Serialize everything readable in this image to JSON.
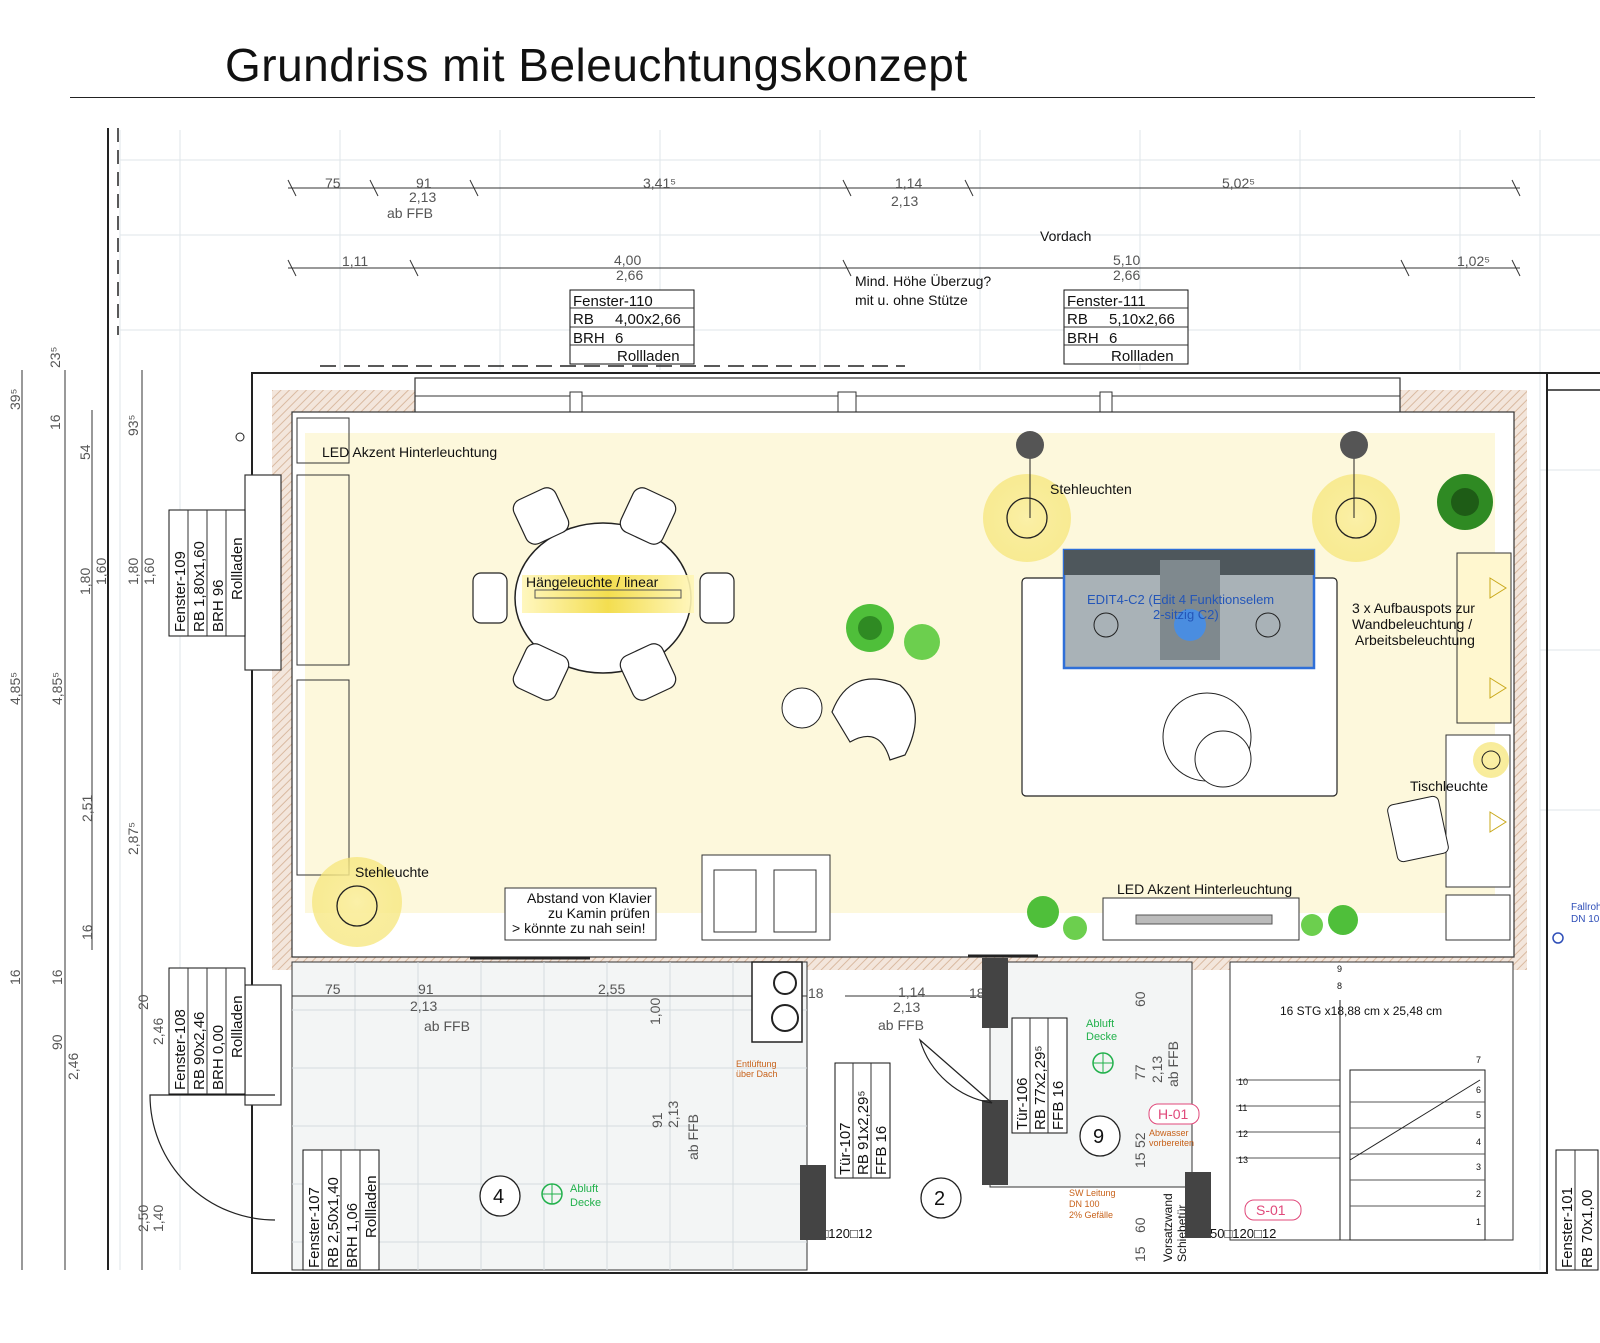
{
  "title": "Grundriss mit Beleuchtungskonzept",
  "top_dims_row1": [
    "75",
    "91",
    "2,13",
    "ab FFB",
    "3,41⁵",
    "1,14",
    "2,13",
    "5,02⁵"
  ],
  "top_dims_row2": [
    "1,11",
    "4,00",
    "2,66",
    "5,10",
    "2,66",
    "1,02⁵"
  ],
  "vordach": "Vordach",
  "ueberzug_note": [
    "Mind. Höhe Überzug?",
    "mit u. ohne Stütze"
  ],
  "window_110": [
    "Fenster-110",
    "RB",
    "4,00x2,66",
    "BRH",
    "6",
    "Rollladen"
  ],
  "window_111": [
    "Fenster-111",
    "RB",
    "5,10x2,66",
    "BRH",
    "6",
    "Rollladen"
  ],
  "window_109": [
    "Fenster-109",
    "RB  1,80x1,60",
    "BRH  96",
    "Rollladen"
  ],
  "window_108": [
    "Fenster-108",
    "RB  90x2,46",
    "BRH  0,00",
    "Rollladen"
  ],
  "window_107": [
    "Fenster-107",
    "RB  2,50x1,40",
    "BRH  1,06",
    "Rollladen"
  ],
  "window_101": [
    "Fenster-101",
    "RB  70x1,00"
  ],
  "door_106": [
    "Tür-106",
    "RB  77x2,29⁵",
    "FFB  16"
  ],
  "door_107": [
    "Tür-107",
    "RB  91x2,29⁵",
    "FFB  16"
  ],
  "left_dims": [
    "39⁵",
    "23⁵",
    "16",
    "93⁵",
    "54",
    "1,80",
    "1,60",
    "1,80",
    "1,60",
    "4,85⁵",
    "4,85⁵",
    "2,51",
    "2,87⁵",
    "16",
    "16",
    "16",
    "90",
    "2,46",
    "2,46",
    "20",
    "2,50",
    "1,40"
  ],
  "labels": {
    "led_left": "LED Akzent Hinterleuchtung",
    "led_bottom": "LED Akzent Hinterleuchtung",
    "haengeleuchte": "Hängeleuchte / linear",
    "stehleuchten": "Stehleuchten",
    "stehleuchte": "Stehleuchte",
    "tischleuchte": "Tischleuchte",
    "aufbauspots": [
      "3 x Aufbauspots zur",
      "Wandbeleuchtung /",
      "Arbeitsbeleuchtung"
    ],
    "klavier": [
      "Abstand von Klavier",
      "zu Kamin prüfen",
      "> könnte zu nah sein!"
    ],
    "sofa_tag": [
      "EDIT4-C2 (Edit 4 Funktionselem",
      "2-sitzig C2)"
    ],
    "entlueftung": [
      "Entlüftung",
      "über Dach"
    ],
    "abluft1": [
      "Abluft",
      "Decke"
    ],
    "abluft2": [
      "Abluft",
      "Decke"
    ],
    "h01": "H-01",
    "abwasser": [
      "Abwasser",
      "vorbereiten"
    ],
    "sw_leitung": [
      "SW Leitung",
      "DN 100",
      "2% Gefälle"
    ],
    "s01": "S-01",
    "vorsatzwand": [
      "Vorsatzwand",
      "Schiebetür"
    ],
    "stairs": "16 STG x18,88 cm x 25,48 cm",
    "fallrohr": [
      "Fallroh",
      "DN 10"
    ],
    "room4": "4",
    "room2": "2",
    "room9": "9"
  },
  "lower_dims": [
    "75",
    "91",
    "2,13",
    "ab FFB",
    "2,55",
    "1,00",
    "91",
    "2,13",
    "ab FFB",
    "18",
    "1,14",
    "2,13",
    "ab FFB",
    "18",
    "60",
    "77",
    "2,13",
    "ab FFB",
    "52",
    "15",
    "60",
    "15"
  ],
  "stair_numbers": [
    "9",
    "8",
    "7",
    "6",
    "5",
    "4",
    "3",
    "2",
    "1",
    "10",
    "11",
    "12",
    "13"
  ],
  "bottom_codes": [
    "50□120□12",
    "50□120□12"
  ],
  "colors": {
    "floor_glow": "#fdf8dc",
    "lamp_glow": "#f8ec9c",
    "wall_hatch": "#d9b9a0",
    "selection": "#2f6fd8",
    "accent_red": "#e0487a",
    "accent_orange": "#c8621a",
    "green": "#22b14c"
  }
}
